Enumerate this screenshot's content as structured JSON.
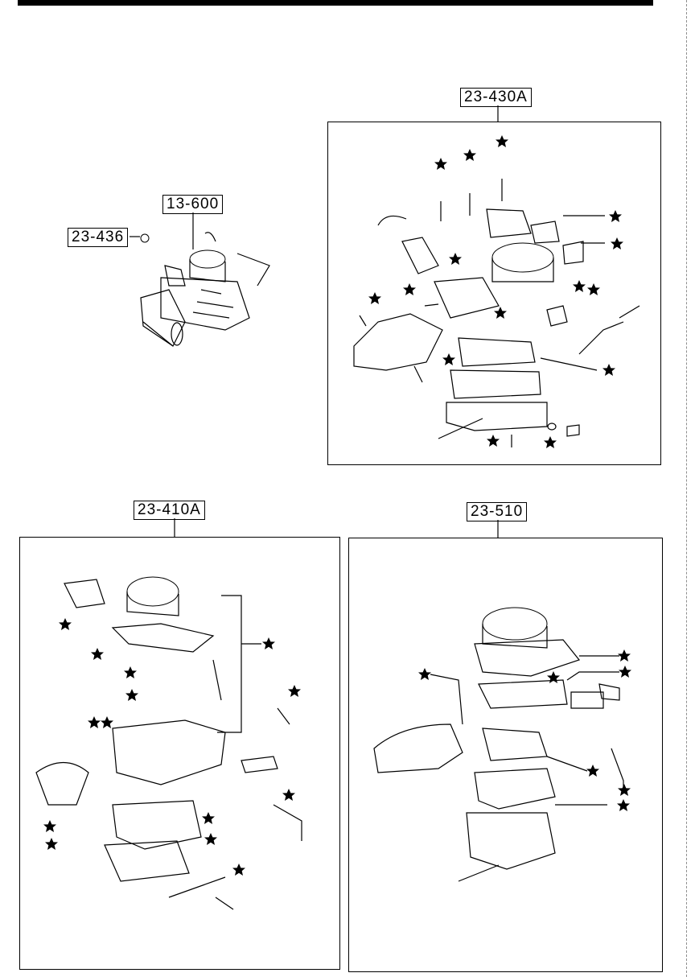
{
  "diagram": {
    "labels": {
      "overview_part": "13-600",
      "overview_small_part": "23-436",
      "top_right_group": "23-430A",
      "bottom_left_group": "23-410A",
      "bottom_right_group": "23-510"
    },
    "marker_icon": "star-icon",
    "colors": {
      "ink": "#000000",
      "paper": "#ffffff"
    }
  }
}
